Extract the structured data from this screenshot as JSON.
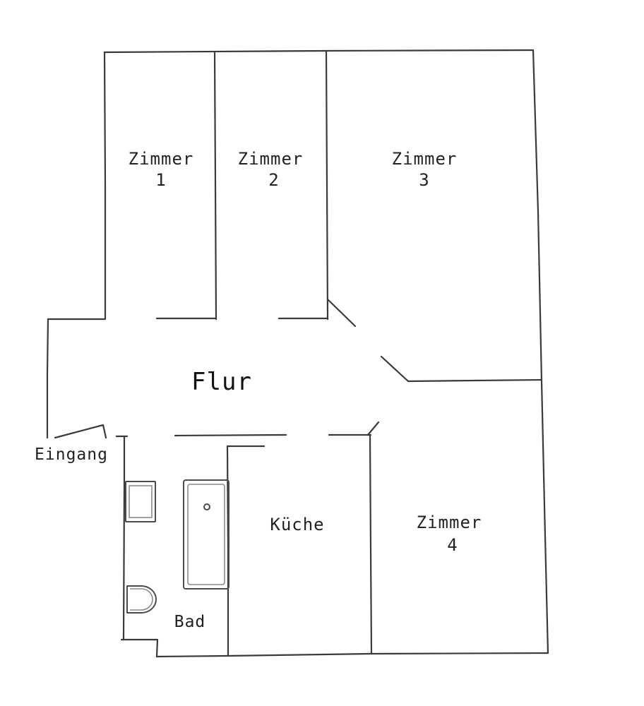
{
  "rooms": {
    "zimmer1": {
      "name": "Zimmer",
      "number": "1"
    },
    "zimmer2": {
      "name": "Zimmer",
      "number": "2"
    },
    "zimmer3": {
      "name": "Zimmer",
      "number": "3"
    },
    "zimmer4": {
      "name": "Zimmer",
      "number": "4"
    },
    "flur": {
      "name": "Flur"
    },
    "kueche": {
      "name": "Küche"
    },
    "bad": {
      "name": "Bad"
    }
  },
  "entrance": {
    "label": "Eingang"
  },
  "colors": {
    "wall": "#3a3a3a",
    "text": "#222222",
    "background": "#ffffff"
  }
}
